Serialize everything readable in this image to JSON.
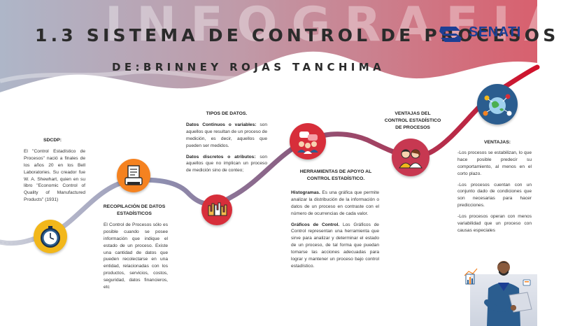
{
  "header": {
    "watermark": "INFOGRAFIA",
    "title": "1.3 SISTEMA DE CONTROL DE PROCESOS",
    "author_line": "DE:BRINNEY ROJAS TANCHIMA",
    "logo_text": "SENATI"
  },
  "sections": {
    "sdcdp": {
      "heading": "SDCDP:",
      "body": "El \"Control Estadístico de Procesos\" nació a finales de los años 20 en los Bell Laboratories. Su creador fue W. A. Shewhart, quien en su libro \"Economic Control of Quality of Manufactured Products\" (1931)"
    },
    "recopilacion": {
      "heading": "RECOPILACIÓN DE DATOS ESTADÍSTICOS",
      "body": "El Control de Procesos sólo es posible cuando se posee información que indique el estado de un proceso. Existe una cantidad de datos que pueden recolectarse en una entidad, relacionadas con los productos, servicios, costos, seguridad, datos financieros, etc"
    },
    "tipos": {
      "heading": "TIPOS DE DATOS.",
      "cont_title": "Datos Continuos o variables:",
      "cont_body": "son aquellos que resultan de un proceso de medición, es decir, aquellos que pueden ser medidos.",
      "disc_title": "Datos discretos o atributos:",
      "disc_body": "son aquellos que no implican un proceso de medición sino de conteo;"
    },
    "herramientas": {
      "heading": "HERRAMIENTAS DE APOYO AL CONTROL ESTADÍSTICO.",
      "hist_title": "Histogramas.",
      "hist_body": "Es una gráfica que permite analizar la distribución de la información o datos de un proceso en contraste con el número de ocurrencias de cada valor.",
      "graf_title": "Gráficos de Control.",
      "graf_body": "Los Gráficos de Control representan una herramienta que sirve para analizar y determinar el estado de un proceso, de tal forma que puedan tomarse las acciones adecuadas para lograr y mantener un proceso bajo control estadístico."
    },
    "ventajas_cep": {
      "heading": "VENTAJAS DEL CONTROL ESTADÍSTICO DE PROCESOS"
    },
    "ventajas": {
      "heading": "VENTAJAS:",
      "items": [
        "-Los procesos se estabilizan, lo que hace posible predecir su comportamiento, al menos en el corto plazo.",
        "-Los procesos cuentan con un conjunto dado de condiciones que son necesarias para hacer predicciones.",
        "-Los procesos operan con menos variabilidad que un proceso con causas especiales"
      ]
    }
  },
  "icons": [
    "stopwatch-icon",
    "document-printer-icon",
    "raised-hands-icon",
    "people-chat-icon",
    "two-people-icon",
    "global-network-icon"
  ],
  "colors": {
    "path_start": "#b9bdc9",
    "path_mid": "#7f6c8e",
    "path_end": "#d1112a",
    "node_blue": "#2b5d8f",
    "node_orange": "#f58220",
    "node_red": "#d72e3a",
    "node_pink": "#c73851",
    "logo_blue": "#1d3f94"
  }
}
